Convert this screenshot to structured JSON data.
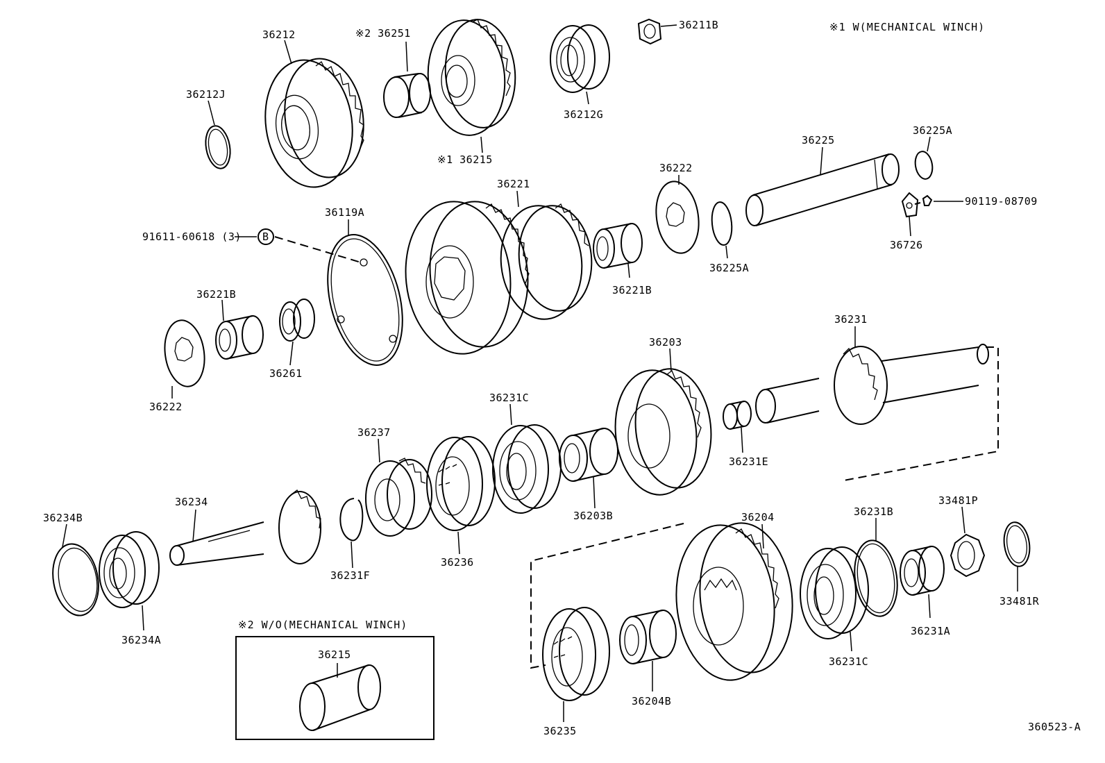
{
  "notes": {
    "note1": "※1 W(MECHANICAL WINCH)",
    "note2": "※2 W/O(MECHANICAL WINCH)"
  },
  "figure_id": "360523-A",
  "labels": {
    "p36212": "36212",
    "p36212J": "36212J",
    "p36251": "※2 36251",
    "p36215": "※1 36215",
    "p36212G": "36212G",
    "p36211B": "36211B",
    "p36225": "36225",
    "p36225A_top": "36225A",
    "p90119": "90119-08709",
    "p36726": "36726",
    "p36222_top": "36222",
    "p36225A_bot": "36225A",
    "p36221": "36221",
    "p36221B_right": "36221B",
    "p36119A": "36119A",
    "p91611": "91611-60618 (3)",
    "bolt_marker": "B",
    "p36221B_left": "36221B",
    "p36261": "36261",
    "p36222_left": "36222",
    "p36231": "36231",
    "p36203": "36203",
    "p36231E": "36231E",
    "p36231C_top": "36231C",
    "p36237": "36237",
    "p36203B": "36203B",
    "p36236": "36236",
    "p36231F": "36231F",
    "p36234": "36234",
    "p36234B": "36234B",
    "p36234A": "36234A",
    "p36215_box": "36215",
    "p36204": "36204",
    "p36231B": "36231B",
    "p33481P": "33481P",
    "p33481R": "33481R",
    "p36231A": "36231A",
    "p36231C_bot": "36231C",
    "p36204B": "36204B",
    "p36235": "36235"
  }
}
